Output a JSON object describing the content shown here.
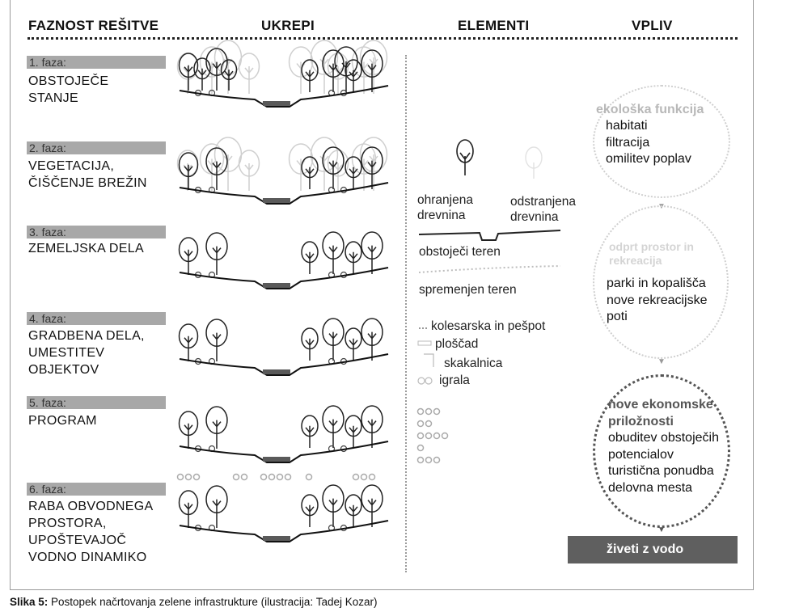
{
  "headers": {
    "phase": "FAZNOST REŠITVE",
    "measures": "UKREPI",
    "elements": "ELEMENTI",
    "impact": "VPLIV"
  },
  "phases": [
    {
      "bar": "1. faza:",
      "title": [
        "OBSTOJEČE",
        "STANJE"
      ]
    },
    {
      "bar": "2. faza:",
      "title": [
        "VEGETACIJA,",
        "ČIŠČENJE BREŽIN"
      ]
    },
    {
      "bar": "3. faza:",
      "title": [
        "ZEMELJSKA DELA"
      ]
    },
    {
      "bar": "4. faza:",
      "title": [
        "GRADBENA DELA,",
        "UMESTITEV",
        "OBJEKTOV"
      ]
    },
    {
      "bar": "5. faza:",
      "title": [
        "PROGRAM"
      ]
    },
    {
      "bar": "6. faza:",
      "title": [
        "RABA OBVODNEGA",
        "PROSTORA,",
        "UPOŠTEVAJOČ",
        "VODNO DINAMIKO"
      ]
    }
  ],
  "elements": {
    "kept_trees": [
      "ohranjena",
      "drevnina"
    ],
    "removed_trees": [
      "odstranjena",
      "drevnina"
    ],
    "existing_terrain": "obstoječi teren",
    "changed_terrain": "spremenjen  teren",
    "bike_path": "kolesarska in pešpot",
    "platform": "ploščad",
    "jump_board": "skakalnica",
    "playground": "igrala"
  },
  "impact": {
    "eco_heading": "ekološka funkcija",
    "eco_items": [
      "habitati",
      "filtracija",
      "omilitev poplav"
    ],
    "leisure_heading": [
      "odprt prostor in",
      "rekreacija"
    ],
    "leisure_items": [
      "parki in kopališča",
      "nove rekreacijske",
      "poti"
    ],
    "econ_heading": [
      "nove ekonomske",
      "priložnosti"
    ],
    "econ_items": [
      "obuditev obstoječih",
      "potencialov",
      "turistična ponudba",
      "delovna mesta"
    ],
    "final": "živeti z vodo"
  },
  "caption": {
    "label": "Slika 5:",
    "text": " Postopek načrtovanja zelene infrastrukture (ilustracija: Tadej Kozar)"
  },
  "colors": {
    "phase_bar": "#a8a8a8",
    "final_box": "#5f5f5f",
    "water": "#5a5a5a",
    "faded": "#c8c8c8"
  }
}
